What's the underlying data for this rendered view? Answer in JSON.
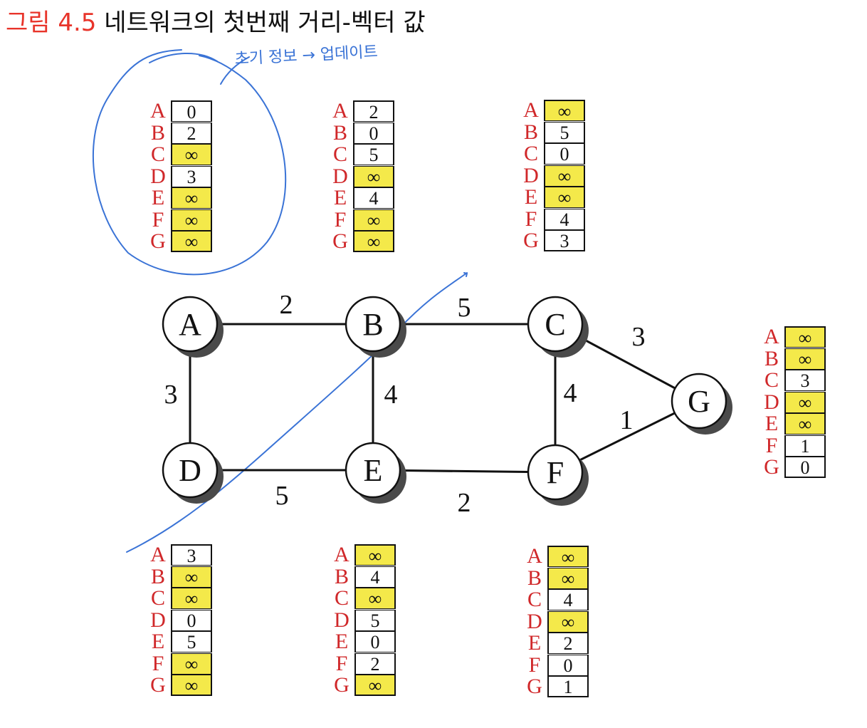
{
  "title": {
    "label": "그림 4.5",
    "text": "네트워크의 첫번째 거리-벡터 값"
  },
  "annotation": {
    "text": "초기 정보 → 업데이트",
    "color": "#3a73d6"
  },
  "nodes": [
    "A",
    "B",
    "C",
    "D",
    "E",
    "F",
    "G"
  ],
  "edges": [
    {
      "from": "A",
      "to": "B",
      "cost": "2"
    },
    {
      "from": "B",
      "to": "C",
      "cost": "5"
    },
    {
      "from": "C",
      "to": "G",
      "cost": "3"
    },
    {
      "from": "A",
      "to": "D",
      "cost": "3"
    },
    {
      "from": "B",
      "to": "E",
      "cost": "4"
    },
    {
      "from": "C",
      "to": "F",
      "cost": "4"
    },
    {
      "from": "F",
      "to": "G",
      "cost": "1"
    },
    {
      "from": "D",
      "to": "E",
      "cost": "5"
    },
    {
      "from": "E",
      "to": "F",
      "cost": "2"
    }
  ],
  "row_labels": [
    "A",
    "B",
    "C",
    "D",
    "E",
    "F",
    "G"
  ],
  "infinity_symbol": "∞",
  "tables": [
    {
      "node": "A",
      "values": [
        "0",
        "2",
        "∞",
        "3",
        "∞",
        "∞",
        "∞"
      ]
    },
    {
      "node": "B",
      "values": [
        "2",
        "0",
        "5",
        "∞",
        "4",
        "∞",
        "∞"
      ]
    },
    {
      "node": "C",
      "values": [
        "∞",
        "5",
        "0",
        "∞",
        "∞",
        "4",
        "3"
      ]
    },
    {
      "node": "G",
      "values": [
        "∞",
        "∞",
        "3",
        "∞",
        "∞",
        "1",
        "0"
      ]
    },
    {
      "node": "D",
      "values": [
        "3",
        "∞",
        "∞",
        "0",
        "5",
        "∞",
        "∞"
      ]
    },
    {
      "node": "E",
      "values": [
        "∞",
        "4",
        "∞",
        "5",
        "0",
        "2",
        "∞"
      ]
    },
    {
      "node": "F",
      "values": [
        "∞",
        "∞",
        "4",
        "∞",
        "2",
        "0",
        "1"
      ]
    }
  ],
  "colors": {
    "infinity_fill": "#f4e94a",
    "row_label": "#d0282a",
    "title_label": "#e8342a",
    "pen": "#3a73d6"
  }
}
